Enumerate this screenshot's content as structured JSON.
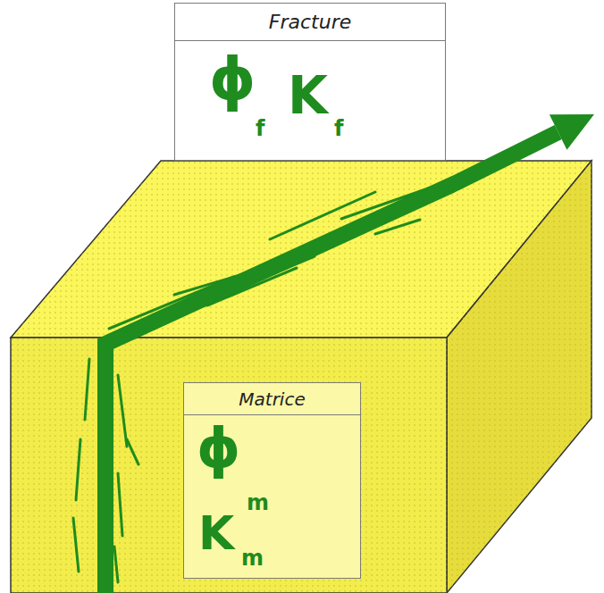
{
  "diagram": {
    "nodes": [
      {
        "text": [
          "Fracture",
          "ϕ",
          "f",
          "K",
          "f"
        ]
      },
      {
        "text": [
          "Matrice",
          "ϕ",
          "m",
          "K",
          "m"
        ]
      }
    ]
  }
}
